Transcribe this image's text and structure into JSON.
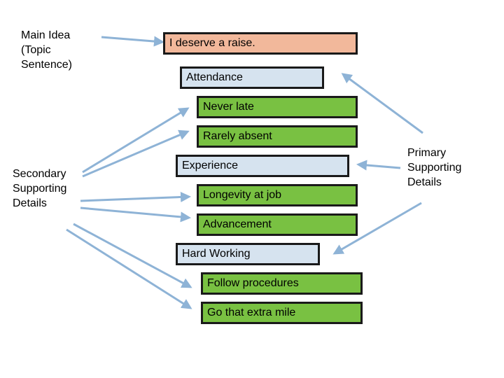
{
  "labels": {
    "main_idea": [
      "Main Idea",
      "(Topic",
      "Sentence)"
    ],
    "secondary": [
      "Secondary",
      "Supporting",
      "Details"
    ],
    "primary": [
      "Primary",
      "Supporting",
      "Details"
    ]
  },
  "boxes": {
    "topic": "I deserve a raise.",
    "attendance": "Attendance",
    "never_late": "Never late",
    "rarely_absent": "Rarely absent",
    "experience": "Experience",
    "longevity": "Longevity at job",
    "advancement": "Advancement",
    "hard_working": "Hard Working",
    "follow_procedures": "Follow procedures",
    "extra_mile": "Go that extra mile"
  },
  "colors": {
    "topic": "#f2b89b",
    "primary": "#d6e3ef",
    "secondary": "#79c142",
    "arrow": "#8eb3d6"
  }
}
